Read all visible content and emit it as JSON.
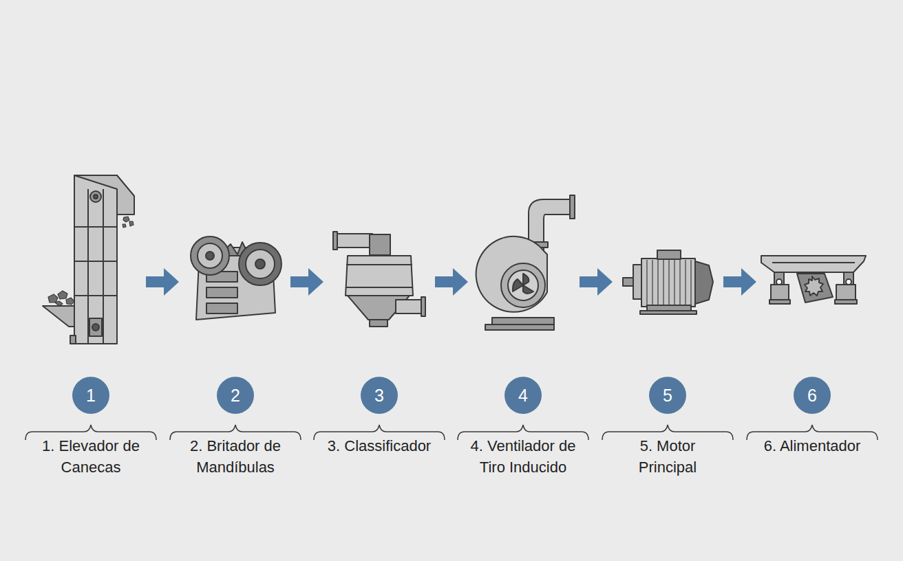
{
  "diagram": {
    "nodes": [
      {
        "text": [
          "1"
        ]
      },
      {
        "text": [
          "2"
        ]
      },
      {
        "text": [
          "3"
        ]
      },
      {
        "text": [
          "4"
        ]
      },
      {
        "text": [
          "5"
        ]
      },
      {
        "text": [
          "6"
        ]
      }
    ],
    "labels": [
      "1. Elevador de Canecas",
      "2. Britador de Mandíbulas",
      "3. Classificador",
      "4. Ventilador de Tiro Inducido",
      "5. Motor Principal",
      "6. Alimentador"
    ]
  }
}
